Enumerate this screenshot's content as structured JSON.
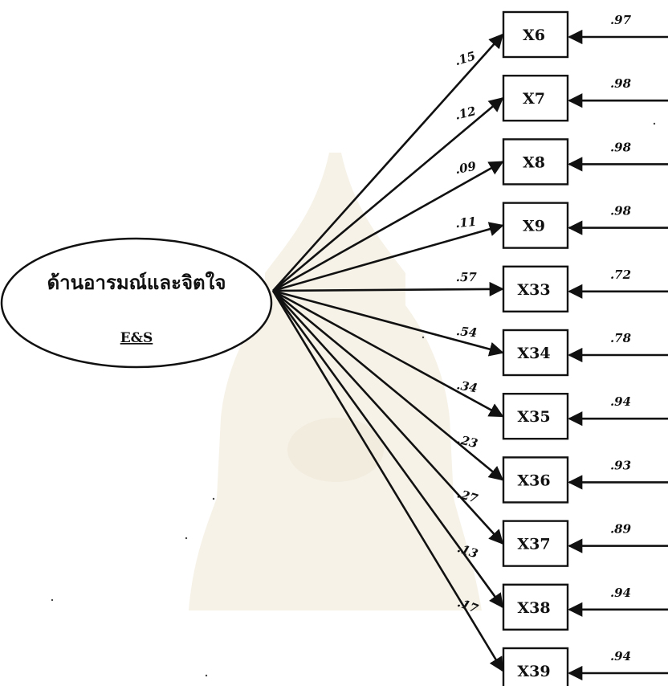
{
  "latent": {
    "label": "ด้านอารมณ์และจิตใจ",
    "abbr": "E&S"
  },
  "indicators": [
    {
      "name": "X6",
      "loading": ".15",
      "error": ".97"
    },
    {
      "name": "X7",
      "loading": ".12",
      "error": ".98"
    },
    {
      "name": "X8",
      "loading": ".09",
      "error": ".98"
    },
    {
      "name": "X9",
      "loading": ".11",
      "error": ".98"
    },
    {
      "name": "X33",
      "loading": ".57",
      "error": ".72"
    },
    {
      "name": "X34",
      "loading": ".54",
      "error": ".78"
    },
    {
      "name": "X35",
      "loading": ".34",
      "error": ".94"
    },
    {
      "name": "X36",
      "loading": ".23",
      "error": ".93"
    },
    {
      "name": "X37",
      "loading": ".27",
      "error": ".89"
    },
    {
      "name": "X38",
      "loading": ".13",
      "error": ".94"
    },
    {
      "name": "X39",
      "loading": ".17",
      "error": ".94"
    }
  ],
  "colors": {
    "stroke": "#111111",
    "background": "#ffffff",
    "watermark": "#efe8d6"
  }
}
